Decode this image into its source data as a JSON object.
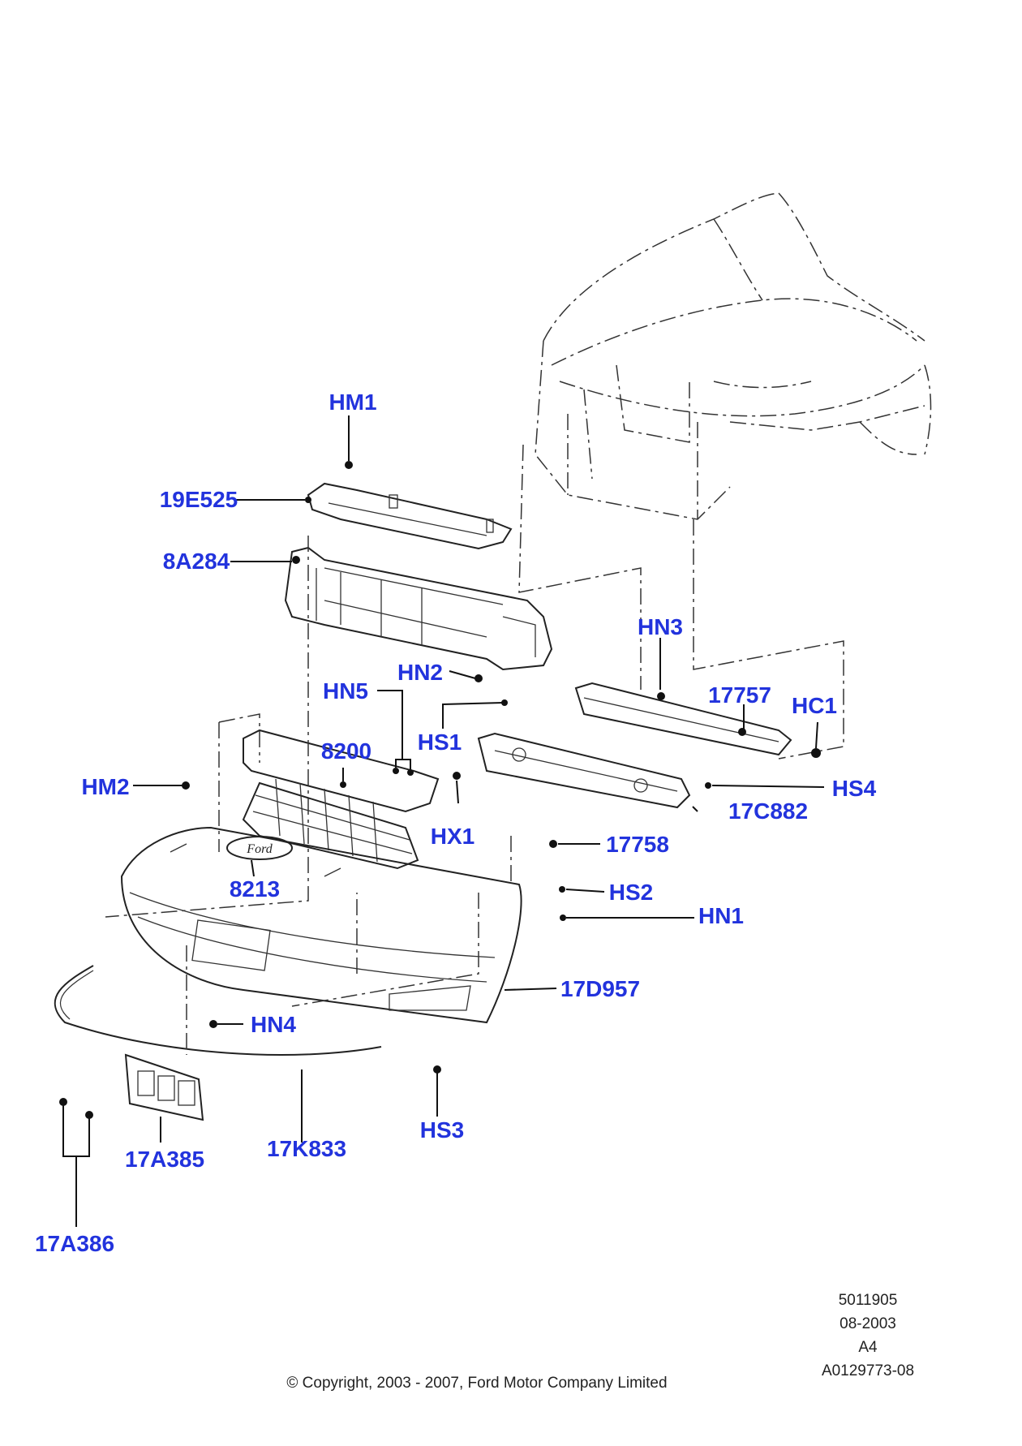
{
  "accent_color": "#2233dd",
  "callouts": {
    "HM1": "HM1",
    "19E525": "19E525",
    "8A284": "8A284",
    "HN3": "HN3",
    "HN2": "HN2",
    "HN5": "HN5",
    "17757": "17757",
    "HC1": "HC1",
    "HS1": "HS1",
    "8200": "8200",
    "HM2": "HM2",
    "HS4": "HS4",
    "HX1": "HX1",
    "17C882": "17C882",
    "17758": "17758",
    "8213": "8213",
    "HS2": "HS2",
    "HN1": "HN1",
    "17D957": "17D957",
    "HN4": "HN4",
    "HS3": "HS3",
    "17A385": "17A385",
    "17K833": "17K833",
    "17A386": "17A386"
  },
  "emblem_text": "Ford",
  "footer": {
    "ref_number": "5011905",
    "date": "08-2003",
    "sheet": "A4",
    "illustration_id": "A0129773-08",
    "copyright": "© Copyright, 2003 - 2007, Ford Motor Company Limited"
  }
}
